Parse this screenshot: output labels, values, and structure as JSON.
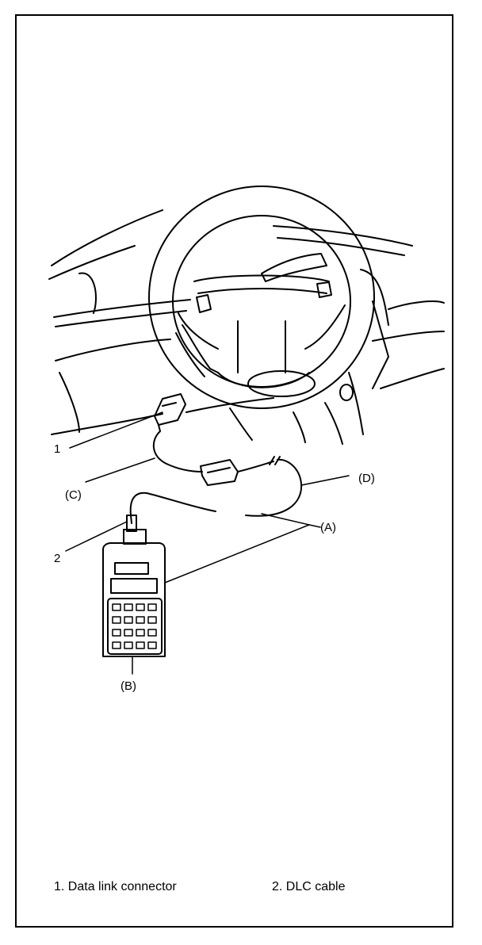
{
  "callouts": {
    "c1": "1",
    "c2": "2",
    "A": "(A)",
    "B": "(B)",
    "C": "(C)",
    "D": "(D)"
  },
  "legend": {
    "item1": "1. Data link connector",
    "item2": "2.  DLC cable"
  }
}
